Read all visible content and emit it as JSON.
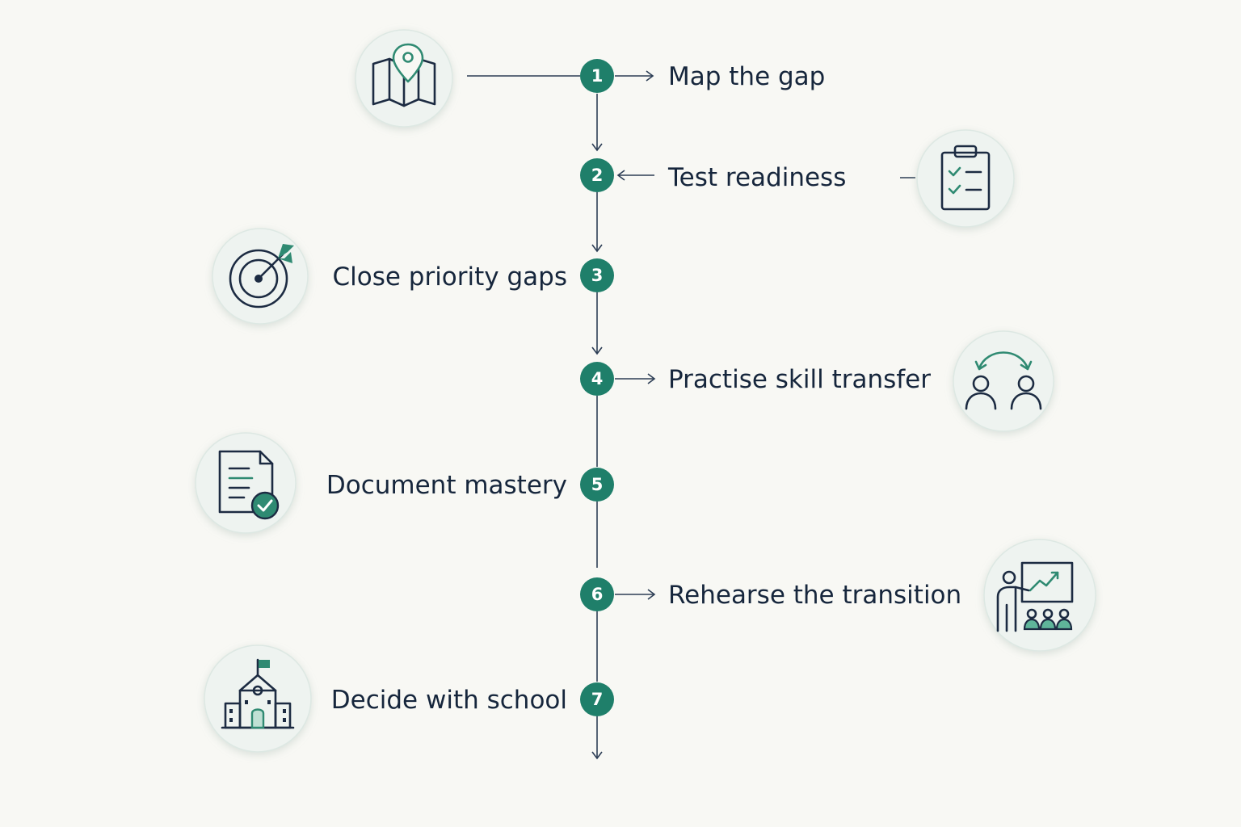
{
  "steps": [
    {
      "number": "1",
      "label": "Map the gap",
      "icon": "map-pin-icon"
    },
    {
      "number": "2",
      "label": "Test readiness",
      "icon": "clipboard-checklist-icon"
    },
    {
      "number": "3",
      "label": "Close priority gaps",
      "icon": "target-arrow-icon"
    },
    {
      "number": "4",
      "label": "Practise skill transfer",
      "icon": "people-exchange-icon"
    },
    {
      "number": "5",
      "label": "Document mastery",
      "icon": "document-check-icon"
    },
    {
      "number": "6",
      "label": "Rehearse the transition",
      "icon": "presentation-audience-icon"
    },
    {
      "number": "7",
      "label": "Decide with school",
      "icon": "school-building-icon"
    }
  ],
  "colors": {
    "background": "#f8f8f4",
    "node": "#1f7f6a",
    "accent": "#2f8a72",
    "text": "#16263c"
  }
}
